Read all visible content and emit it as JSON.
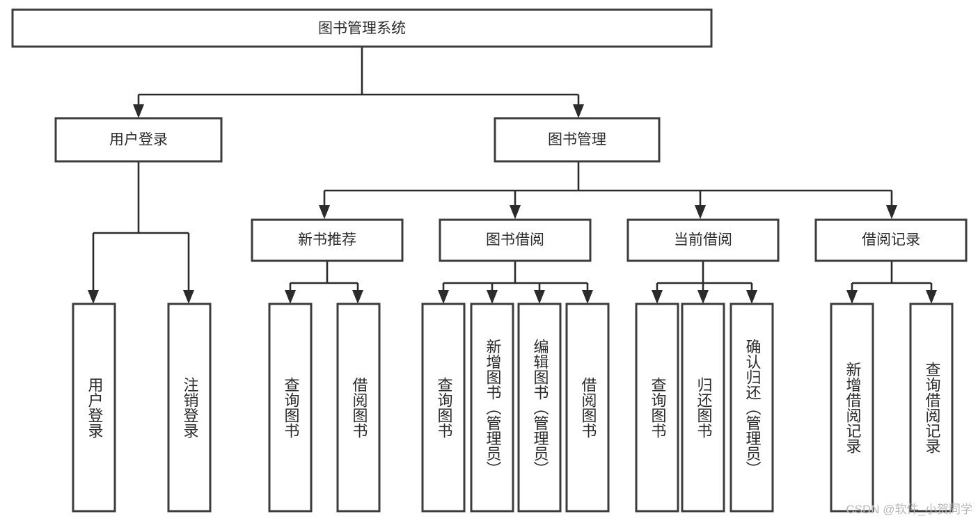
{
  "diagram": {
    "title": "图书管理系统",
    "type": "tree-hierarchy-diagram",
    "colors": {
      "box_stroke": "#3c3c3c",
      "box_fill": "#ffffff",
      "connector": "#2b2b2b",
      "text": "#2b2b2b",
      "watermark": "#b9b9b9"
    },
    "root": {
      "label": "图书管理系统"
    },
    "level2": [
      {
        "label": "用户登录"
      },
      {
        "label": "图书管理"
      }
    ],
    "level3": [
      {
        "label": "新书推荐"
      },
      {
        "label": "图书借阅"
      },
      {
        "label": "当前借阅"
      },
      {
        "label": "借阅记录"
      }
    ],
    "leaves": {
      "user_login": [
        {
          "label": "用户登录"
        },
        {
          "label": "注销登录"
        }
      ],
      "new_book_recommend": [
        {
          "label": "查询图书"
        },
        {
          "label": "借阅图书"
        }
      ],
      "book_borrow": [
        {
          "label": "查询图书"
        },
        {
          "label": "新增图书（管理员）"
        },
        {
          "label": "编辑图书（管理员）"
        },
        {
          "label": "借阅图书"
        }
      ],
      "current_borrow": [
        {
          "label": "查询图书"
        },
        {
          "label": "归还图书"
        },
        {
          "label": "确认归还（管理员）"
        }
      ],
      "borrow_record": [
        {
          "label": "新增借阅记录"
        },
        {
          "label": "查询借阅记录"
        }
      ]
    },
    "watermark": "CSDN @软件_小贺同学"
  }
}
